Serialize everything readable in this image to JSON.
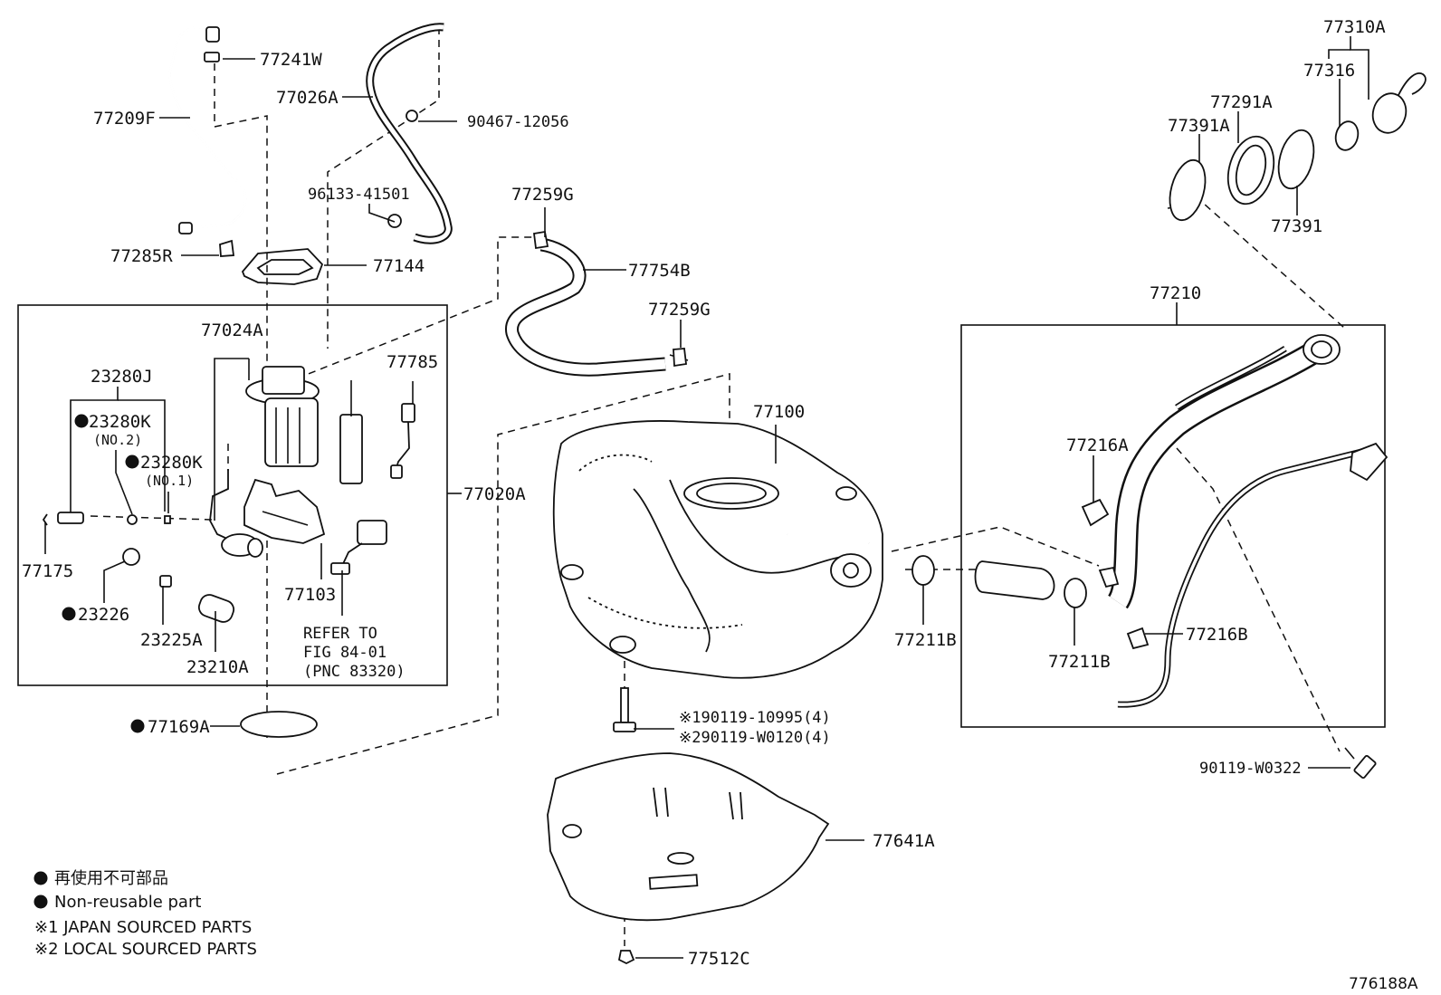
{
  "diagram": {
    "figure_number": "776188A",
    "part_numbers": {
      "p77241W": "77241W",
      "p77209F": "77209F",
      "p77026A": "77026A",
      "p90467": "90467-12056",
      "p96133": "96133-41501",
      "p77285R": "77285R",
      "p77144": "77144",
      "p77259G_top": "77259G",
      "p77754B": "77754B",
      "p77259G_mid": "77259G",
      "p77024A": "77024A",
      "p23280J": "23280J",
      "p23280K_no2": "23280K",
      "no2": "(NO.2)",
      "p23280K_no1": "23280K",
      "no1": "(NO.1)",
      "p77785": "77785",
      "p77020A": "77020A",
      "p77175": "77175",
      "p23226": "23226",
      "p23225A": "23225A",
      "p23210A": "23210A",
      "p77103": "77103",
      "refer_to": "REFER TO",
      "fig_ref": "FIG 84-01",
      "pnc_ref": "(PNC 83320)",
      "p77169A": "77169A",
      "p77100": "77100",
      "p77211B_a": "77211B",
      "p77211B_b": "77211B",
      "p77210": "77210",
      "p77216A": "77216A",
      "p77216B": "77216B",
      "p77310A": "77310A",
      "p77316": "77316",
      "p77291A": "77291A",
      "p77391A": "77391A",
      "p77391": "77391",
      "bolt_1": "※190119-10995(4)",
      "bolt_2": "※290119-W0120(4)",
      "p90119_W0322": "90119-W0322",
      "p77641A": "77641A",
      "p77512C": "77512C"
    },
    "legend": {
      "line1": "再使用不可部品",
      "line2": "Non-reusable part",
      "line3": "※1 JAPAN SOURCED PARTS",
      "line4": "※2 LOCAL SOURCED PARTS"
    }
  }
}
